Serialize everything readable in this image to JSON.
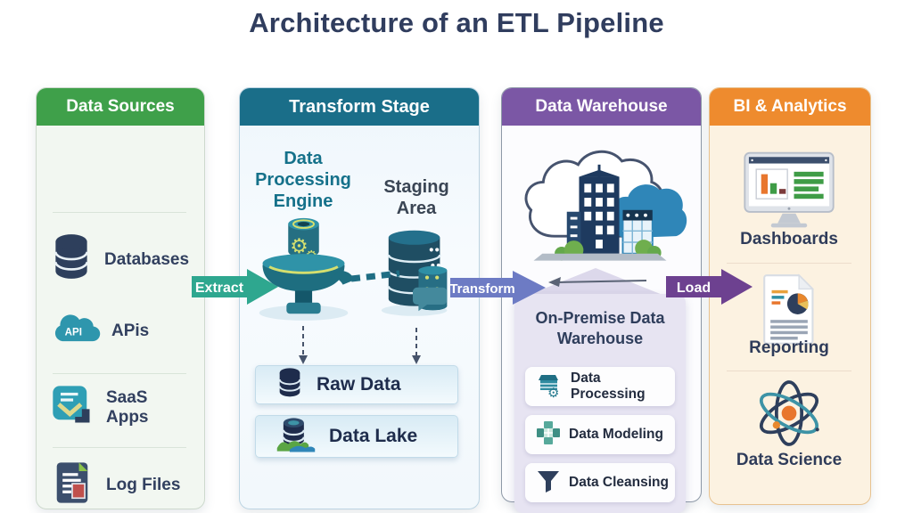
{
  "title": "Architecture of an ETL Pipeline",
  "colors": {
    "title_text": "#303D5E",
    "data_sources_header": "#3FA04A",
    "transform_stage_header": "#1A6E89",
    "data_warehouse_header": "#7B57A5",
    "bi_analytics_header": "#EE8B2E",
    "extract_arrow": "#2EA78F",
    "transform_arrow": "#6D7BC4",
    "load_arrow": "#6D4190"
  },
  "arrows": {
    "extract": "Extract",
    "transform": "Transform",
    "load": "Load"
  },
  "columns": {
    "data_sources": {
      "header": "Data Sources",
      "api_badge": "API",
      "items": [
        {
          "label": "Databases",
          "icon": "database-icon"
        },
        {
          "label": "APis",
          "icon": "api-cloud-icon"
        },
        {
          "label": "SaaS Apps",
          "icon": "saas-apps-icon"
        },
        {
          "label": "Log Files",
          "icon": "log-files-icon"
        }
      ]
    },
    "transform_stage": {
      "header": "Transform Stage",
      "processing_engine_label": "Data Processing Engine",
      "staging_area_label": "Staging Area",
      "outputs": [
        {
          "label": "Raw Data",
          "icon": "database-icon"
        },
        {
          "label": "Data Lake",
          "icon": "data-lake-icon"
        }
      ]
    },
    "data_warehouse": {
      "header": "Data Warehouse",
      "panel_title": "On-Premise Data Warehouse",
      "items": [
        {
          "label": "Data Processing",
          "icon": "warehouse-gear-icon"
        },
        {
          "label": "Data Modeling",
          "icon": "data-modeling-icon"
        },
        {
          "label": "Data Cleansing",
          "icon": "funnel-icon"
        }
      ]
    },
    "bi_analytics": {
      "header": "BI & Analytics",
      "items": [
        {
          "label": "Dashboards",
          "icon": "monitor-chart-icon"
        },
        {
          "label": "Reporting",
          "icon": "report-document-icon"
        },
        {
          "label": "Data Science",
          "icon": "atom-icon"
        }
      ]
    }
  }
}
